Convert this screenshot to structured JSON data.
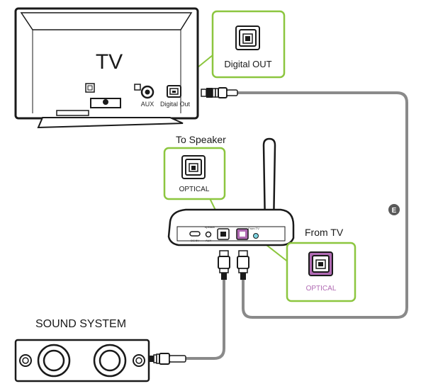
{
  "tv": {
    "title": "TV",
    "aux_label": "AUX",
    "digital_out_label": "Digital Out"
  },
  "callouts": {
    "tv_port_label": "Digital OUT",
    "to_speaker_heading": "To Speaker",
    "speaker_port_label": "OPTICAL",
    "from_tv_heading": "From TV",
    "tv_input_port_label": "OPTICAL"
  },
  "transmitter": {
    "dc_label": "DC 5V",
    "aux_label": "AUX",
    "speaker_label": "Speaker",
    "from_tv_label": "From TV"
  },
  "cable_marker": "E",
  "sound_system": {
    "title": "SOUND SYSTEM"
  },
  "colors": {
    "callout_border": "#8cc63f",
    "optical_purple": "#b06ab3",
    "cable_gray": "#8a8a8a",
    "line_dark": "#1a1a1a",
    "status_led": "#7dd3e0"
  }
}
